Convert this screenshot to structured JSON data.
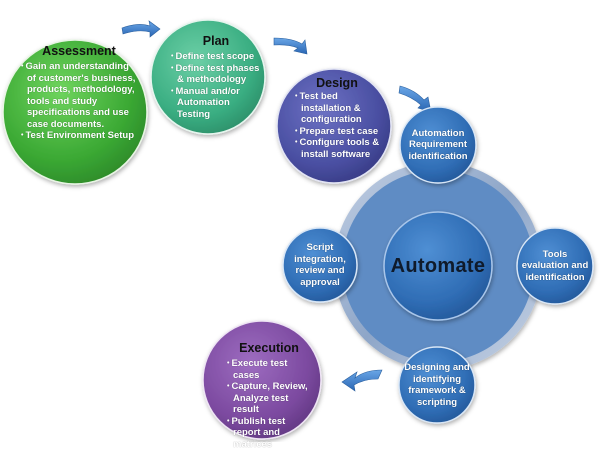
{
  "diagram": {
    "title": "Test Automation Lifecycle",
    "phases": [
      {
        "id": "assessment",
        "title": "Assessment",
        "color": "#3fae3a",
        "bullets": [
          "Gain an understanding of customer's business, products,  methodology, tools and study specifications and use case documents.",
          "Test Environment Setup"
        ]
      },
      {
        "id": "plan",
        "title": "Plan",
        "color": "#3fae84",
        "bullets": [
          "Define test scope",
          "Define test phases & methodology",
          "Manual and/or Automation Testing"
        ]
      },
      {
        "id": "design",
        "title": "Design",
        "color": "#4a4fa2",
        "bullets": [
          "Test bed installation & configuration",
          "Prepare test case",
          "Configure tools & install software"
        ]
      },
      {
        "id": "execution",
        "title": "Execution",
        "color": "#7c4aa0",
        "bullets": [
          "Execute test cases",
          "Capture, Review, Analyze test result",
          "Publish test report and matrices"
        ]
      }
    ],
    "automate_cycle": {
      "center_label": "Automate",
      "ring_color": "#5b86bf",
      "satellite_color": "#2f6db5",
      "satellites": [
        {
          "id": "top",
          "label": "Automation Requirement identification"
        },
        {
          "id": "right",
          "label": "Tools evaluation and identification"
        },
        {
          "id": "bottom",
          "label": "Designing and identifying framework & scripting"
        },
        {
          "id": "left",
          "label": "Script integration, review and approval"
        }
      ]
    },
    "arrow_color": "#3a7cc8"
  }
}
